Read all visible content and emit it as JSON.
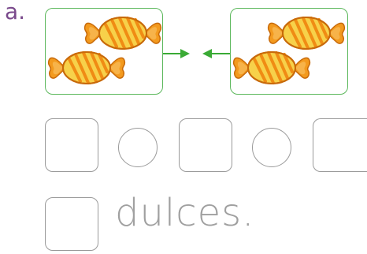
{
  "exercise": {
    "label": "a.",
    "answer_word": "dulces."
  },
  "colors": {
    "label": "#7a4a8c",
    "group_border": "#5cb85c",
    "arrow": "#3aaa35",
    "candy_orange": "#f39a1e",
    "candy_yellow": "#f7d14a",
    "blank_border": "#9a9a9a",
    "word": "#a0a0a0"
  },
  "groups": [
    {
      "name": "left-group",
      "count": 2
    },
    {
      "name": "right-group",
      "count": 2
    }
  ],
  "icons": {
    "candy": "wrapped-candy-icon",
    "arrow_right": "arrow-right-icon",
    "arrow_left": "arrow-left-icon"
  }
}
